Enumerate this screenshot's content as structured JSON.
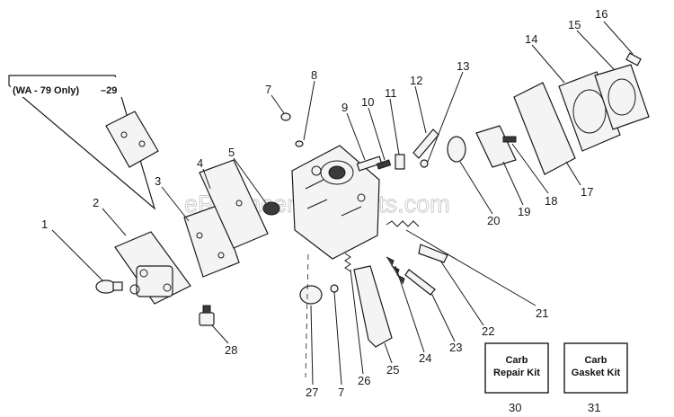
{
  "watermark": "eReplacementParts.com",
  "callout": {
    "text": "(WA - 79 Only)",
    "number": "–29"
  },
  "part_numbers": [
    "1",
    "2",
    "3",
    "4",
    "5",
    "7",
    "8",
    "9",
    "10",
    "11",
    "12",
    "13",
    "14",
    "15",
    "16",
    "17",
    "18",
    "19",
    "20",
    "21",
    "22",
    "23",
    "24",
    "25",
    "26",
    "27",
    "7",
    "28"
  ],
  "kits": [
    {
      "line1": "Carb",
      "line2": "Repair Kit",
      "number": "30"
    },
    {
      "line1": "Carb",
      "line2": "Gasket Kit",
      "number": "31"
    }
  ]
}
